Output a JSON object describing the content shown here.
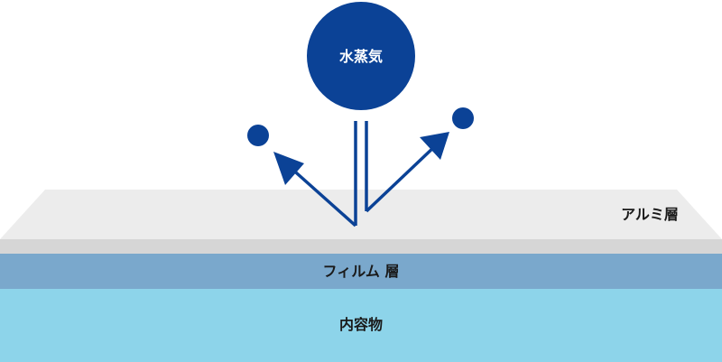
{
  "diagram": {
    "vapor_label": "水蒸気",
    "aluminum_label": "アルミ層",
    "film_label": "フィルム 層",
    "contents_label": "内容物"
  },
  "colors": {
    "vapor_blue": "#0b4296",
    "aluminum_top": "#ececec",
    "aluminum_edge": "#d6d6d6",
    "film_layer": "#7aa8cc",
    "contents_layer": "#8dd4ea",
    "label_dark": "#1a1a1a",
    "label_light": "#ffffff"
  }
}
